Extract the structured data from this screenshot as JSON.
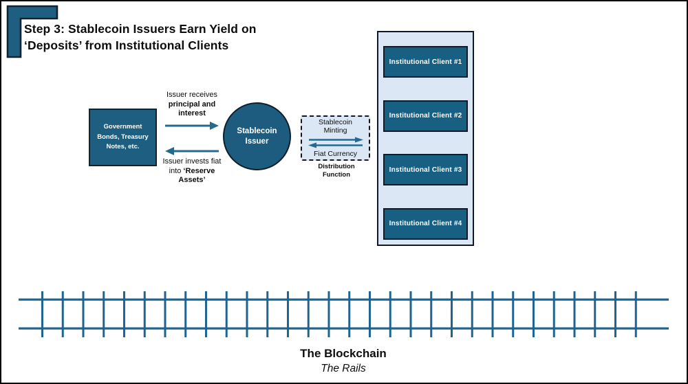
{
  "title": {
    "line1": "Step 3: Stablecoin Issuers Earn Yield on",
    "line2": "‘Deposits’ from Institutional Clients"
  },
  "flow": {
    "reserve_box_label": "Government Bonds, Treasury Notes, etc.",
    "issuer_label": "Stablecoin Issuer",
    "top_label": {
      "line1": "Issuer receives",
      "line2": "principal and",
      "line3": "interest"
    },
    "bottom_label": {
      "line1": "Issuer invests fiat",
      "line2_normal": "into ",
      "line2_bold": "‘Reserve",
      "line3": "Assets’"
    }
  },
  "distribution": {
    "minting_label": "Stablecoin Minting",
    "fiat_label": "Fiat Currency",
    "caption": "Distribution Function"
  },
  "clients": {
    "items": [
      "Institutional Client #1",
      "Institutional Client #2",
      "Institutional Client #3",
      "Institutional Client #4"
    ]
  },
  "blockchain": {
    "title": "The Blockchain",
    "subtitle": "The Rails"
  },
  "colors": {
    "dark_teal": "#1e5f81",
    "client_teal": "#176083",
    "light_blue": "#dce7f5",
    "arrow_teal": "#26698f",
    "rail_blue": "#1f6390",
    "border_dark": "#101828"
  }
}
